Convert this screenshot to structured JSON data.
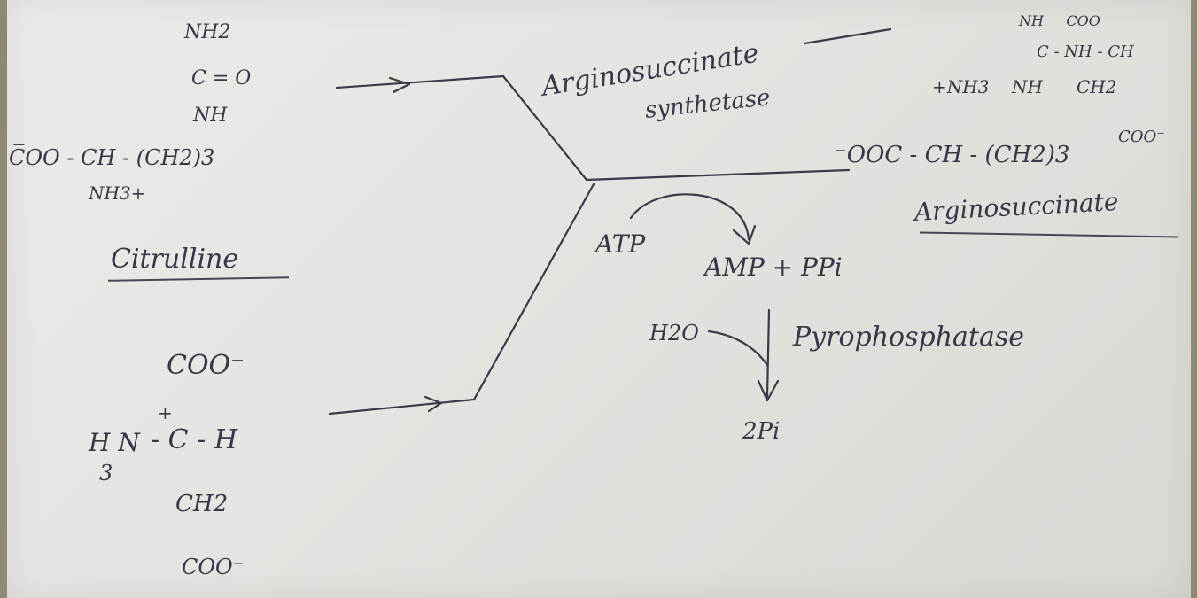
{
  "citrulline": {
    "nh2": "NH2",
    "c_o": "C = O",
    "nh": "NH",
    "backbone": "C̅OO - CH - (CH2)3",
    "nh3": "NH3+",
    "name": "Citrulline"
  },
  "aspartate": {
    "coo_top": "COO⁻",
    "plus": "+",
    "h3n": "H N",
    "three": "3",
    "center": "- C - H",
    "ch2": "CH2",
    "coo_bottom": "COO⁻"
  },
  "enzyme": {
    "line1": "Arginosuccinate",
    "line2": "synthetase"
  },
  "cofactors": {
    "atp": "ATP",
    "amp_ppi": "AMP + PPi",
    "h2o": "H2O",
    "pyrophosphatase": "Pyrophosphatase",
    "two_pi": "2Pi"
  },
  "argininosuccinate": {
    "top_row": "NH     COO",
    "second_row": "C - NH - CH",
    "third_row": "+NH3    NH      CH2",
    "backbone": "⁻OOC - CH - (CH2)3",
    "tail_coo": "COO⁻",
    "name": "Arginosuccinate"
  },
  "colors": {
    "ink": "#3a3548",
    "paper": "#e8e7e3",
    "background": "#8e8a72"
  }
}
